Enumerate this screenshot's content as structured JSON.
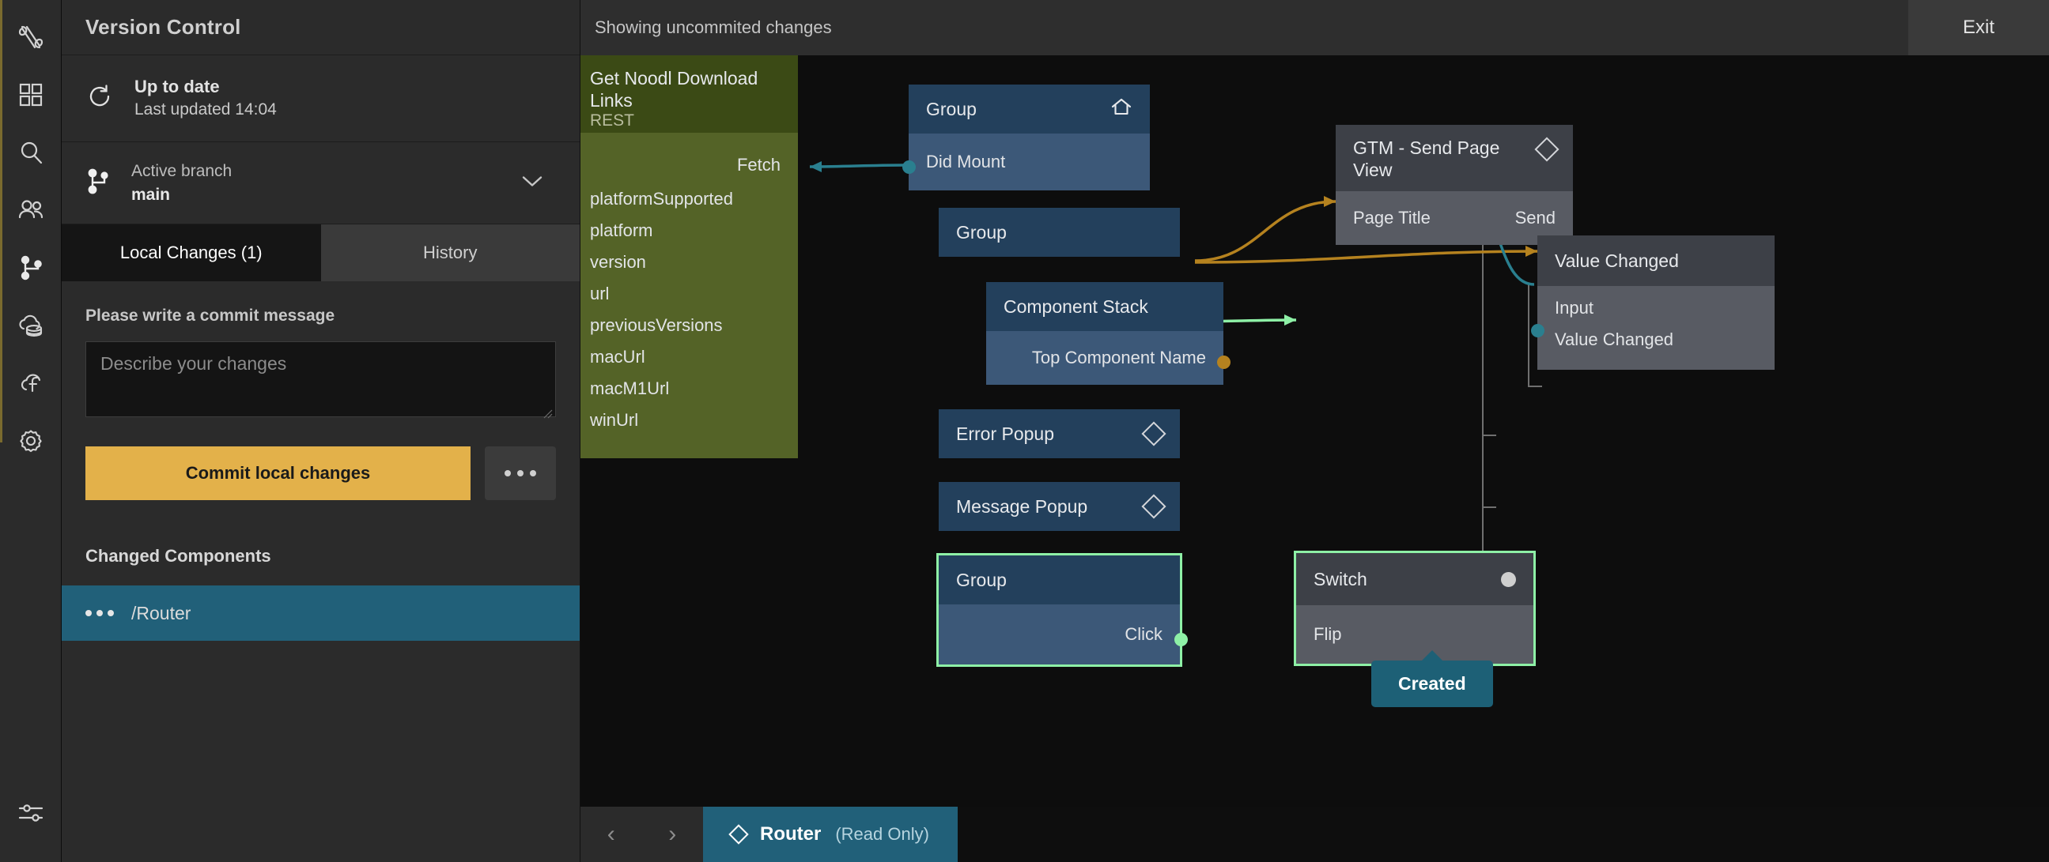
{
  "rail": {
    "icons": [
      {
        "name": "noodl-logo-icon"
      },
      {
        "name": "components-grid-icon"
      },
      {
        "name": "search-icon"
      },
      {
        "name": "users-icon"
      },
      {
        "name": "version-control-branch-icon"
      },
      {
        "name": "cloud-data-icon"
      },
      {
        "name": "cloud-functions-icon"
      },
      {
        "name": "settings-gear-icon"
      },
      {
        "name": "sliders-icon"
      }
    ]
  },
  "version_control": {
    "title": "Version Control",
    "status": {
      "headline": "Up to date",
      "sub": "Last updated 14:04",
      "refresh_icon": "refresh-icon"
    },
    "branch": {
      "label": "Active branch",
      "value": "main",
      "icon": "branch-icon",
      "chevron": "chevron-down-icon"
    },
    "tabs": [
      {
        "label": "Local Changes (1)",
        "active": true
      },
      {
        "label": "History",
        "active": false
      }
    ],
    "commit": {
      "label": "Please write a commit message",
      "placeholder": "Describe your changes",
      "value": "",
      "button_label": "Commit local changes",
      "more_label": "..."
    },
    "changed": {
      "heading": "Changed Components",
      "items": [
        {
          "name": "/Router"
        }
      ]
    },
    "accent_color": "#e3b14a",
    "selection_color": "#216079"
  },
  "topbar": {
    "message": "Showing uncommited changes",
    "exit_label": "Exit"
  },
  "graph": {
    "nodes": [
      {
        "id": "rest",
        "title": "Get Noodl Download Links",
        "subtitle": "REST",
        "ports_right": [
          "Fetch"
        ],
        "ports_left": [
          "platformSupported",
          "platform",
          "version",
          "url",
          "previousVersions",
          "macUrl",
          "macM1Url",
          "winUrl"
        ],
        "color": "green"
      },
      {
        "id": "group-root",
        "title": "Group",
        "icon": "home-icon",
        "ports_left": [
          "Did Mount"
        ],
        "color": "blue"
      },
      {
        "id": "group-2",
        "title": "Group",
        "color": "blue"
      },
      {
        "id": "component-stack",
        "title": "Component Stack",
        "ports_right": [
          "Top Component Name"
        ],
        "color": "blue"
      },
      {
        "id": "error-popup",
        "title": "Error Popup",
        "icon": "diamond-icon",
        "color": "blue"
      },
      {
        "id": "message-popup",
        "title": "Message Popup",
        "icon": "diamond-icon",
        "color": "blue"
      },
      {
        "id": "group-click",
        "title": "Group",
        "ports_right": [
          "Click"
        ],
        "color": "blue",
        "selected": true
      },
      {
        "id": "gtm",
        "title": "GTM - Send Page View",
        "icon": "diamond-icon",
        "port_in": "Page Title",
        "port_out": "Send",
        "color": "grey"
      },
      {
        "id": "value-changed",
        "title": "Value Changed",
        "ports_left": [
          "Input",
          "Value Changed"
        ],
        "color": "grey"
      },
      {
        "id": "switch",
        "title": "Switch",
        "icon": "circle-icon",
        "ports_left": [
          "Flip"
        ],
        "color": "grey",
        "selected": true
      }
    ],
    "tooltip": "Created",
    "wire_colors": {
      "signal": "#2a7f8f",
      "data": "#b5821f",
      "highlight": "#8ef0a6"
    }
  },
  "bottombar": {
    "prev_label": "‹",
    "next_label": "›",
    "tab": {
      "name": "Router",
      "state": "(Read Only)"
    }
  }
}
